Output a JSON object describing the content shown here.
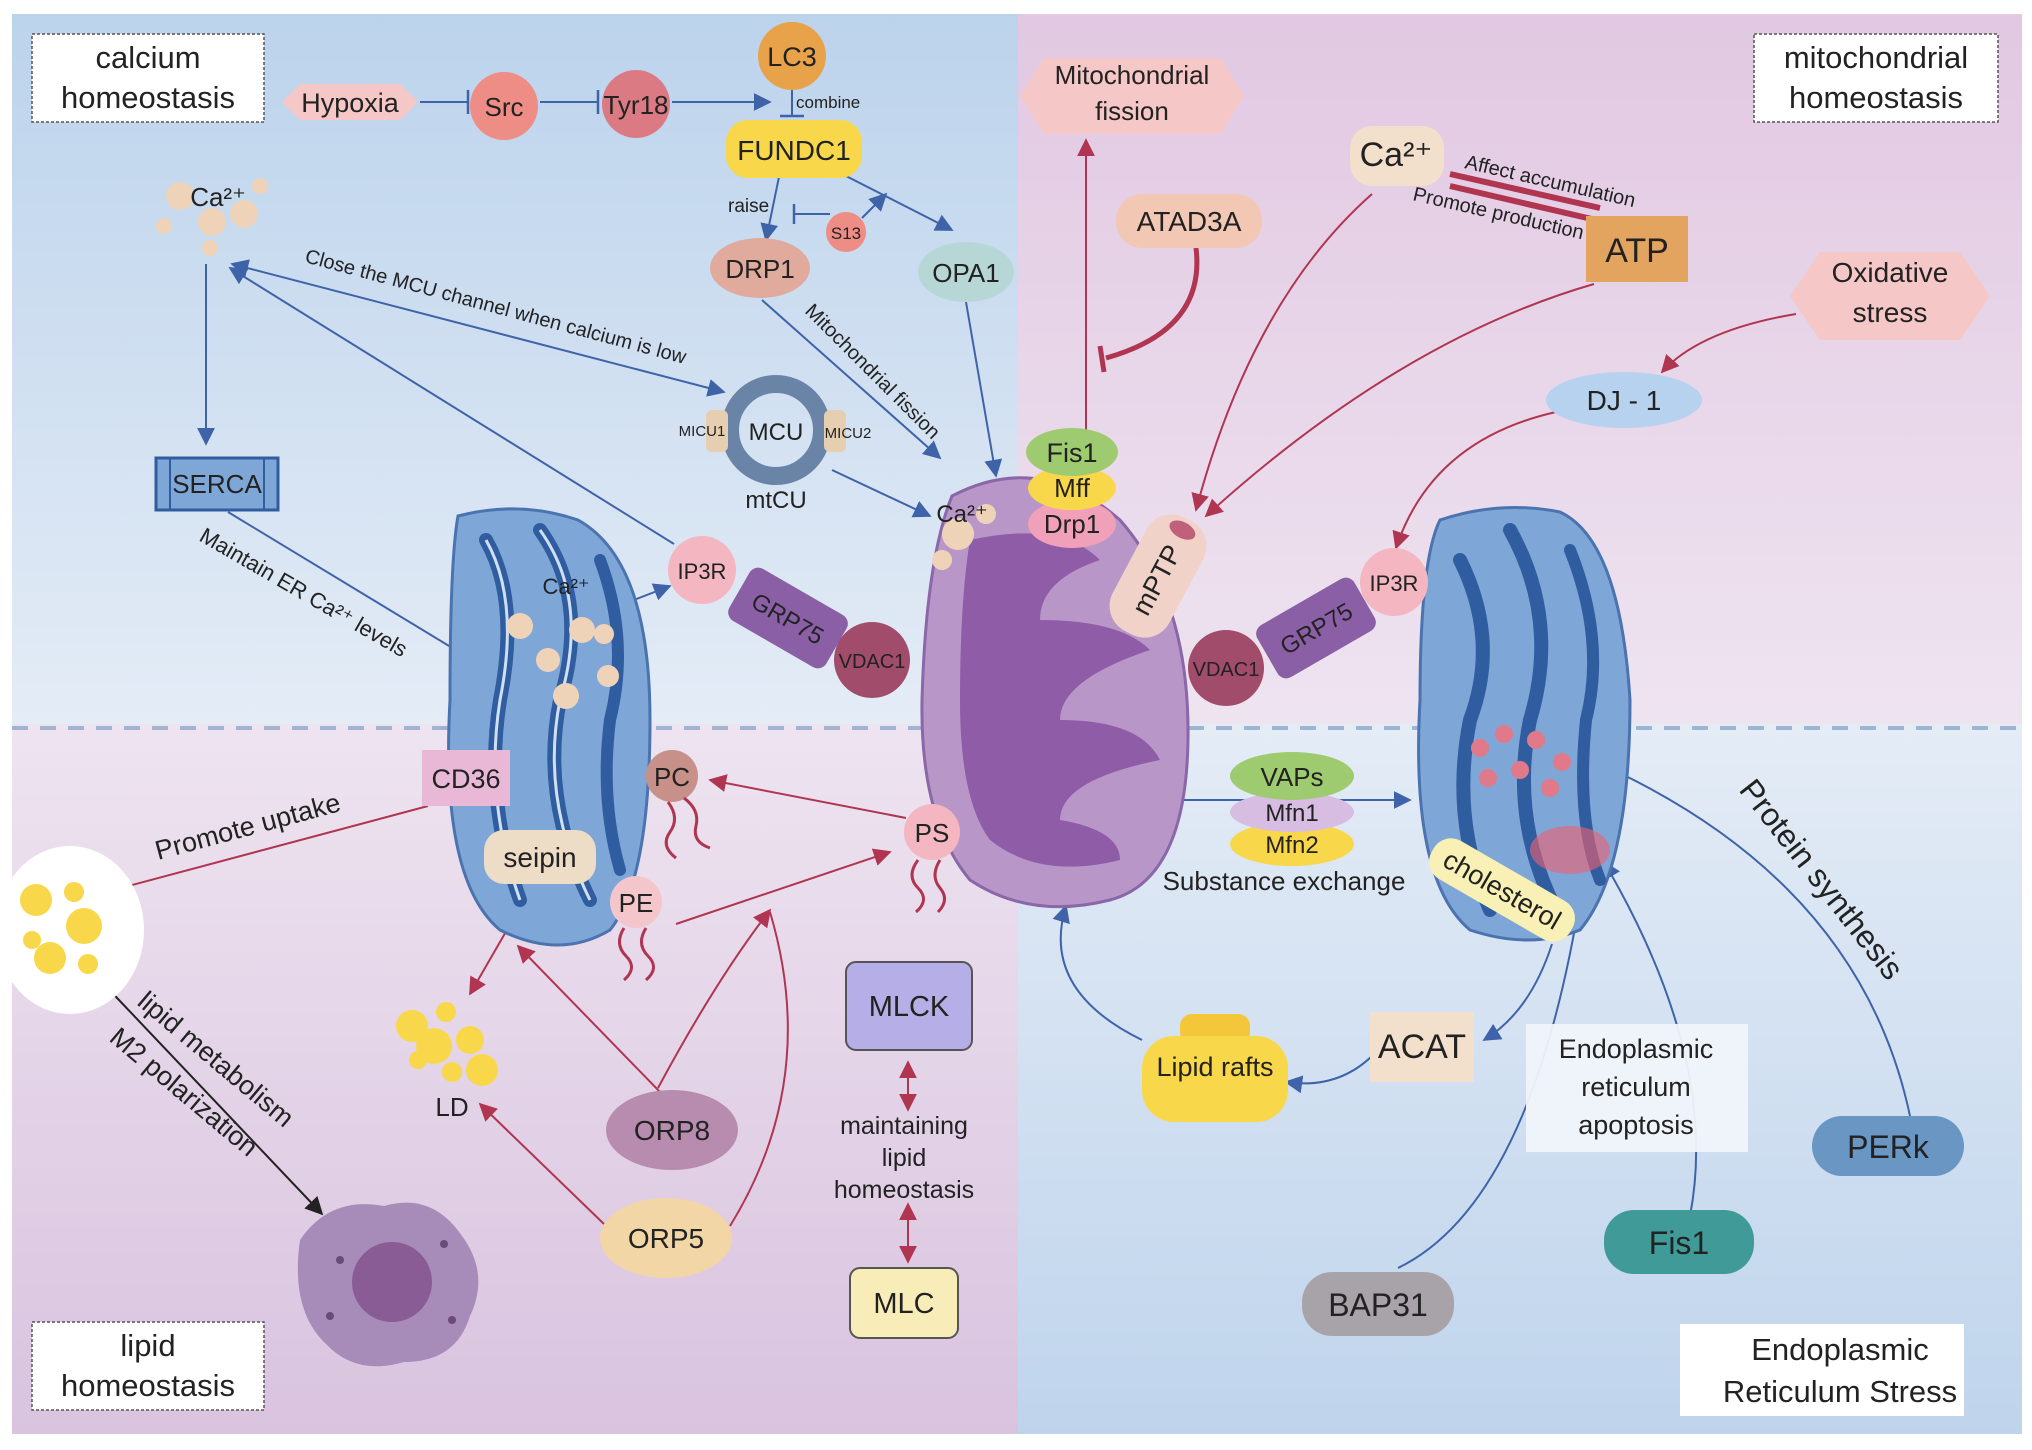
{
  "quadrants": {
    "calcium": {
      "line1": "calcium",
      "line2": "homeostasis"
    },
    "mito": {
      "line1": "mitochondrial",
      "line2": "homeostasis"
    },
    "lipid": {
      "line1": "lipid",
      "line2": "homeostasis"
    },
    "er": {
      "line1": "Endoplasmic",
      "line2": "Reticulum Stress"
    }
  },
  "labels": {
    "hypoxia": "Hypoxia",
    "src": "Src",
    "tyr18": "Tyr18",
    "lc3": "LC3",
    "combine": "combine",
    "fundc1": "FUNDC1",
    "raise": "raise",
    "s13": "S13",
    "drp1_top": "DRP1",
    "opa1": "OPA1",
    "ca_top": "Ca²⁺",
    "close_mcu": "Close the MCU channel when calcium is low",
    "mito_fission_arrow": "Mitochondrial fission",
    "micu1": "MICU1",
    "mcu": "MCU",
    "micu2": "MICU2",
    "mtcu": "mtCU",
    "serca": "SERCA",
    "maintain_er": "Maintain ER Ca²⁺ levels",
    "ca_er": "Ca²⁺",
    "ip3r_left": "IP3R",
    "grp75_left": "GRP75",
    "vdac1_left": "VDAC1",
    "ca_mito": "Ca²⁺",
    "fis1_mito": "Fis1",
    "mff": "Mff",
    "drp1_mito": "Drp1",
    "mito_fission_line1": "Mitochondrial",
    "mito_fission_line2": "fission",
    "atad3a": "ATAD3A",
    "ca_mh": "Ca²⁺",
    "affect": "Affect accumulation",
    "promote": "Promote production",
    "atp": "ATP",
    "oxidative_line1": "Oxidative",
    "oxidative_line2": "stress",
    "dj1": "DJ - 1",
    "mptp": "mPTP",
    "vdac1_right": "VDAC1",
    "grp75_right": "GRP75",
    "ip3r_right": "IP3R",
    "cd36": "CD36",
    "promote_uptake": "Promote uptake",
    "pc": "PC",
    "ps": "PS",
    "seipin": "seipin",
    "pe": "PE",
    "ld": "LD",
    "lipid_metabolism": "lipid metabolism",
    "m2": "M2 polarization",
    "orp8": "ORP8",
    "orp5": "ORP5",
    "mlck": "MLCK",
    "maint_line1": "maintaining",
    "maint_line2": "lipid",
    "maint_line3": "homeostasis",
    "mlc": "MLC",
    "vaps": "VAPs",
    "mfn1": "Mfn1",
    "mfn2": "Mfn2",
    "substance": "Substance exchange",
    "cholesterol": "cholesterol",
    "acat": "ACAT",
    "lipid_rafts": "Lipid rafts",
    "erapop_line1": "Endoplasmic",
    "erapop_line2": "reticulum",
    "erapop_line3": "apoptosis",
    "protein_synthesis": "Protein synthesis",
    "perk": "PERk",
    "fis1_er": "Fis1",
    "bap31": "BAP31"
  }
}
